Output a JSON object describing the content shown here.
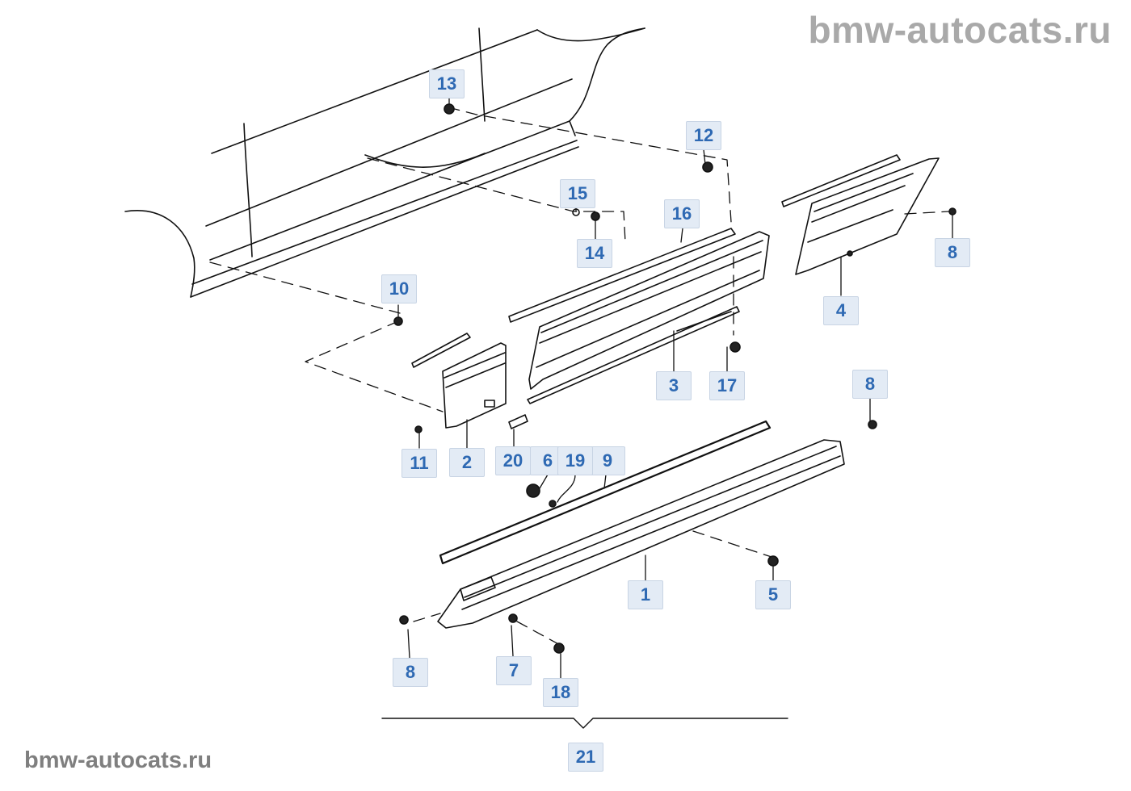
{
  "watermark_top": "bmw-autocats.ru",
  "watermark_bottom": "bmw-autocats.ru",
  "callouts": {
    "c1": "1",
    "c2": "2",
    "c3": "3",
    "c4": "4",
    "c5": "5",
    "c6": "6",
    "c7": "7",
    "c8a": "8",
    "c8b": "8",
    "c8c": "8",
    "c9": "9",
    "c10": "10",
    "c11": "11",
    "c12": "12",
    "c13": "13",
    "c14": "14",
    "c15": "15",
    "c16": "16",
    "c17": "17",
    "c18": "18",
    "c19": "19",
    "c20": "20",
    "c21": "21"
  },
  "colors": {
    "callout_text": "#2e69b3",
    "callout_bg": "#e3ebf5",
    "line": "#000000",
    "watermark": "#a9a9a9"
  }
}
